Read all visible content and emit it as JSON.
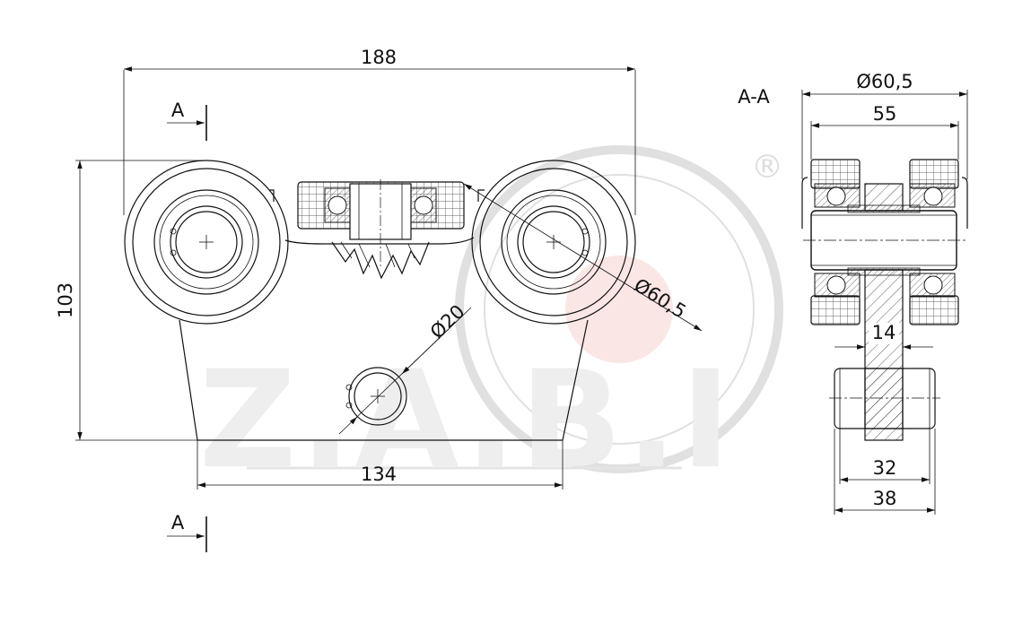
{
  "watermark": {
    "logo_text": "Z.A.B.I",
    "registered_mark": "®",
    "color_ring": "#dedede",
    "color_dot": "#fbe6e6"
  },
  "front_view": {
    "dim_width_total": "188",
    "dim_height": "103",
    "dim_bottom_width": "134",
    "dim_wheel_diameter": "Ø60,5",
    "dim_hole_diameter": "Ø20",
    "section_label_top": "A",
    "section_label_bottom": "A"
  },
  "section_view": {
    "title": "A-A",
    "dim_outer_diameter": "Ø60,5",
    "dim_width_55": "55",
    "dim_plate_14": "14",
    "dim_bottom_32": "32",
    "dim_bottom_38": "38"
  },
  "colors": {
    "line": "#111111",
    "hatch": "#333333"
  }
}
